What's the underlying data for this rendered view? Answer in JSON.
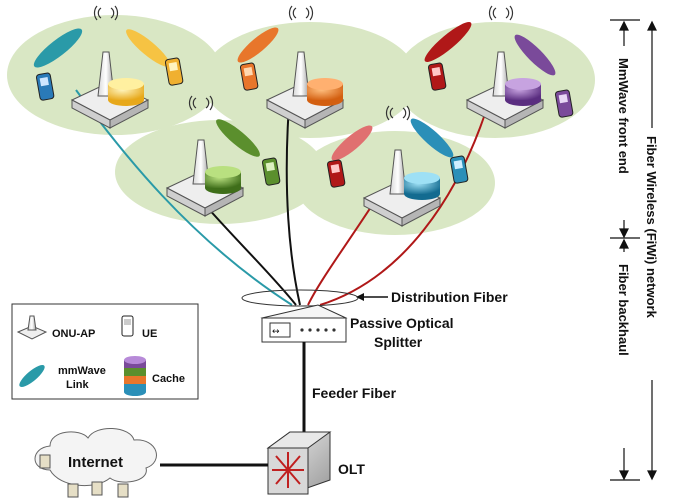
{
  "labels": {
    "distribution_fiber": "Distribution Fiber",
    "splitter_line1": "Passive Optical",
    "splitter_line2": "Splitter",
    "feeder_fiber": "Feeder Fiber",
    "olt": "OLT",
    "internet": "Internet"
  },
  "side_labels": {
    "mmwave_front_end": "MmWave front end",
    "fiber_backhaul": "Fiber backhaul",
    "fiwi_network": "Fiber Wireless (FiWi) network"
  },
  "legend": {
    "onu_ap": "ONU-AP",
    "ue": "UE",
    "mmwave_link_1": "mmWave",
    "mmwave_link_2": "Link",
    "cache": "Cache"
  },
  "colors": {
    "cell_bg": "#d9e7c4",
    "cache_yellow": "#f6c343",
    "cache_orange": "#e8762b",
    "cache_purple": "#7a4a9a",
    "cache_green": "#5b8f2d",
    "cache_blue": "#2a8fb8",
    "fiber_teal": "#2a9aa8",
    "fiber_black": "#111111",
    "fiber_red": "#b01818"
  }
}
